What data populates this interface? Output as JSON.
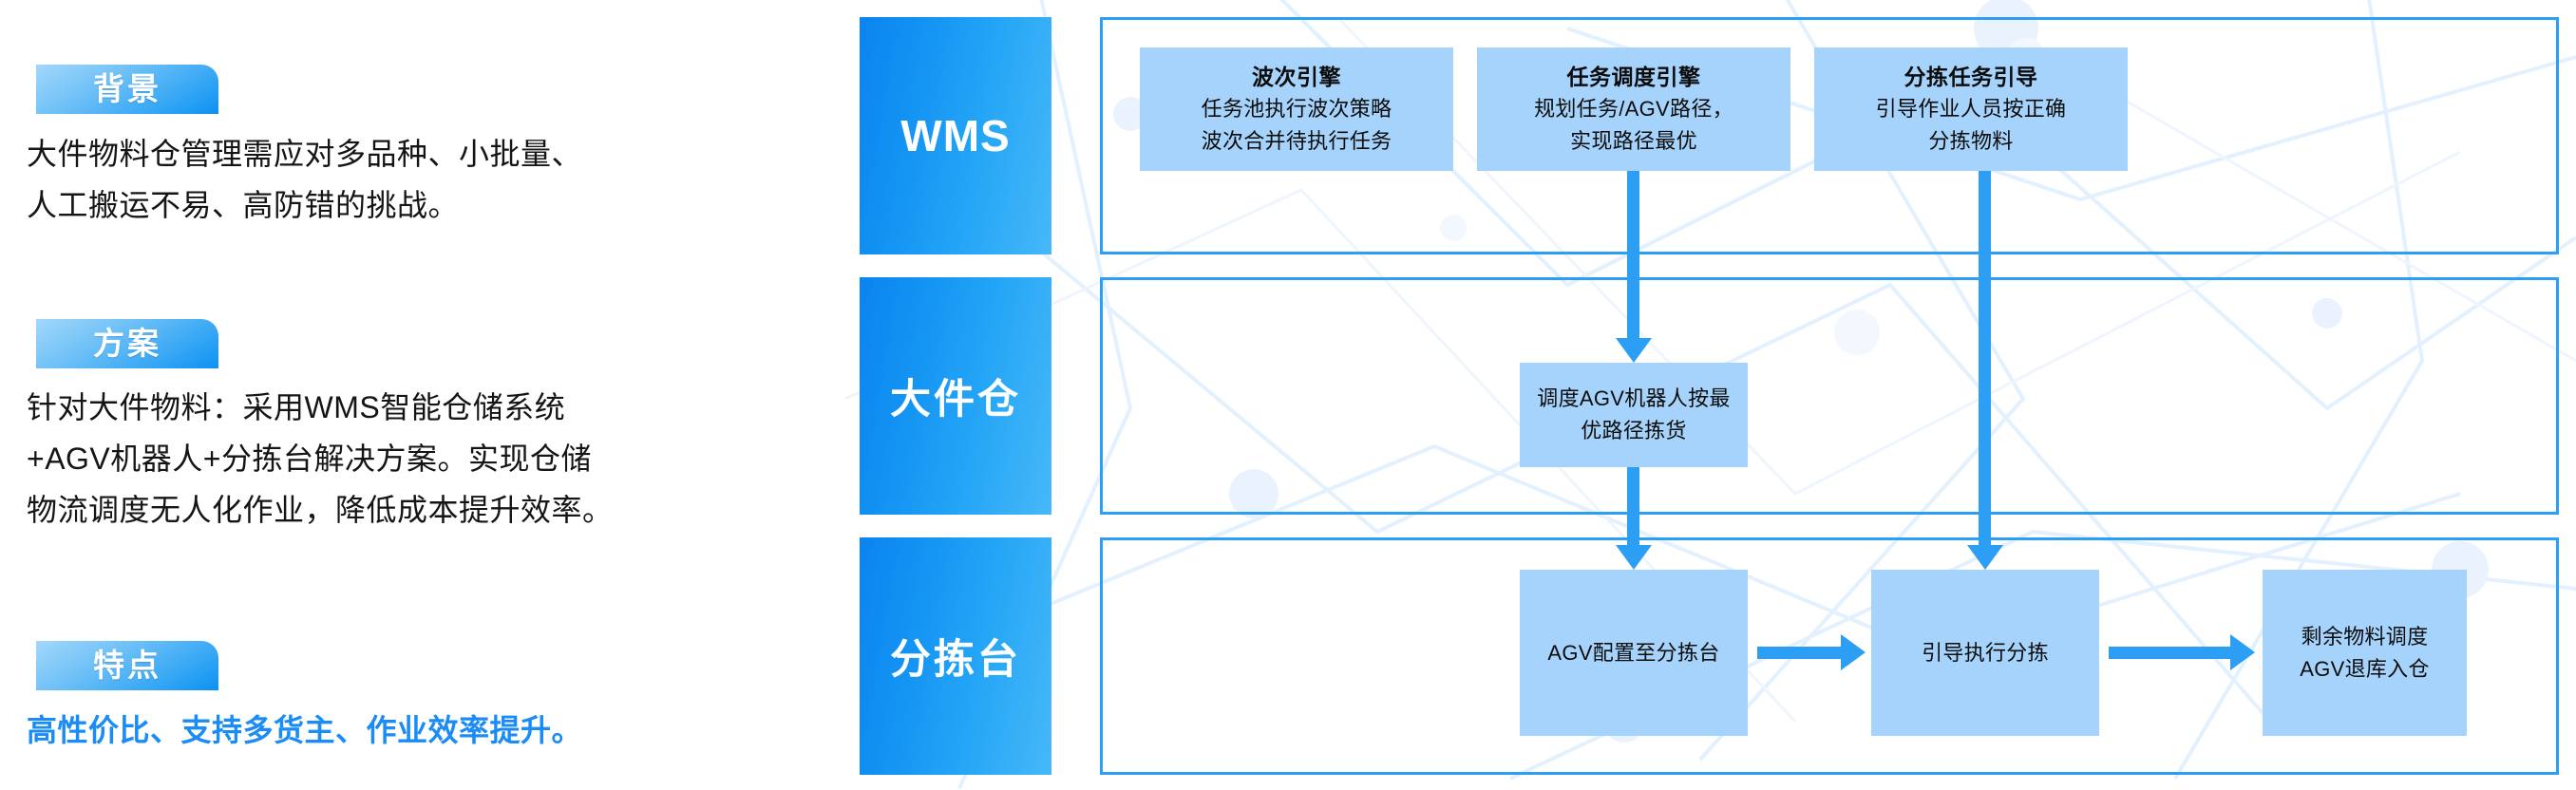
{
  "left_panel": {
    "sections": [
      {
        "badge": "背景",
        "lines": [
          "大件物料仓管理需应对多品种、小批量、",
          "人工搬运不易、高防错的挑战。"
        ],
        "highlight": false
      },
      {
        "badge": "方案",
        "lines": [
          "针对大件物料：采用WMS智能仓储系统",
          "+AGV机器人+分拣台解决方案。实现仓储",
          "物流调度无人化作业，降低成本提升效率。"
        ],
        "highlight": false
      },
      {
        "badge": "特点",
        "lines": [
          "高性价比、支持多货主、作业效率提升。"
        ],
        "highlight": true
      }
    ]
  },
  "diagram": {
    "rows": [
      {
        "label": "WMS",
        "label_type": "en",
        "nodes": [
          {
            "title": "波次引擎",
            "desc": [
              "任务池执行波次策略",
              "波次合并待执行任务"
            ]
          },
          {
            "title": "任务调度引擎",
            "desc": [
              "规划任务/AGV路径，",
              "实现路径最优"
            ]
          },
          {
            "title": "分拣任务引导",
            "desc": [
              "引导作业人员按正确",
              "分拣物料"
            ]
          }
        ]
      },
      {
        "label": "大件仓",
        "label_type": "cn",
        "nodes": [
          {
            "title": "",
            "desc": [
              "调度AGV机器人按最",
              "优路径拣货"
            ]
          }
        ]
      },
      {
        "label": "分拣台",
        "label_type": "cn",
        "nodes": [
          {
            "title": "",
            "desc": [
              "AGV配置至分拣台"
            ]
          },
          {
            "title": "",
            "desc": [
              "引导执行分拣"
            ]
          },
          {
            "title": "",
            "desc": [
              "剩余物料调度",
              "AGV退库入仓"
            ]
          }
        ]
      }
    ]
  },
  "colors": {
    "accent_blue": "#2c9ef4",
    "node_fill": "#a5d3fb",
    "label_gradient_start": "#0a84f0",
    "label_gradient_end": "#46b8f8",
    "highlight_text": "#1b8cf5",
    "body_text": "#151515"
  }
}
